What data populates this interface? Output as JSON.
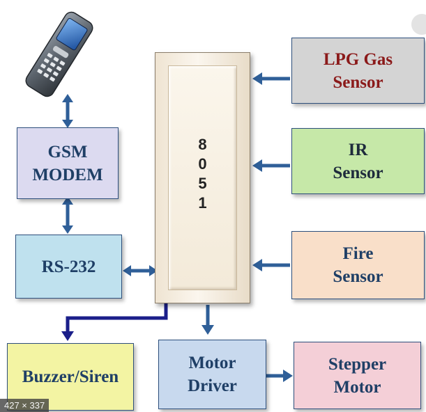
{
  "diagram": {
    "processor_label": [
      "8",
      "0",
      "5",
      "1"
    ],
    "boxes": {
      "lpg": {
        "lines": [
          "LPG Gas",
          "Sensor"
        ],
        "fill": "#d4d4d4",
        "text_color": "#8b1a1a"
      },
      "ir": {
        "lines": [
          "IR",
          "Sensor"
        ],
        "fill": "#c6e8a8",
        "text_color": "#1e2b3c"
      },
      "fire": {
        "lines": [
          "Fire",
          "Sensor"
        ],
        "fill": "#f9dfc9",
        "text_color": "#1f3f66"
      },
      "gsm": {
        "lines": [
          "GSM",
          "MODEM"
        ],
        "fill": "#dcdaf0",
        "text_color": "#1f3f66"
      },
      "rs232": {
        "lines": [
          "RS-232"
        ],
        "fill": "#bfe1ee",
        "text_color": "#1f3f66"
      },
      "buzzer": {
        "lines": [
          "Buzzer/Siren"
        ],
        "fill": "#f3f4a3",
        "text_color": "#1f3f66"
      },
      "motor_driver": {
        "lines": [
          "Motor",
          "Driver"
        ],
        "fill": "#c8d9ee",
        "text_color": "#1f3f66"
      },
      "stepper": {
        "lines": [
          "Stepper",
          "Motor"
        ],
        "fill": "#f4cfd7",
        "text_color": "#1f3f66"
      }
    },
    "arrow_color": "#2f5f98",
    "image_size_badge": "427 × 337"
  }
}
